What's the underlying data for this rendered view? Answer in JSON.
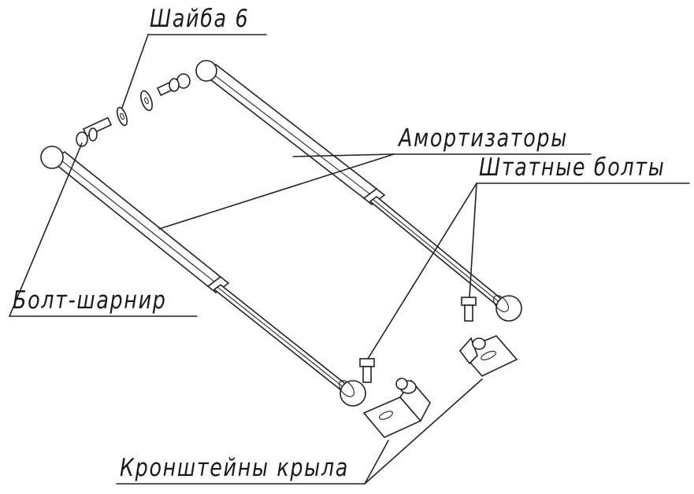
{
  "labels": {
    "washer": "Шайба 6",
    "shock_absorbers": "Амортизаторы",
    "standard_bolts": "Штатные болты",
    "hinge_bolt": "Болт-шарнир",
    "fender_brackets": "Кронштейны крыла"
  }
}
